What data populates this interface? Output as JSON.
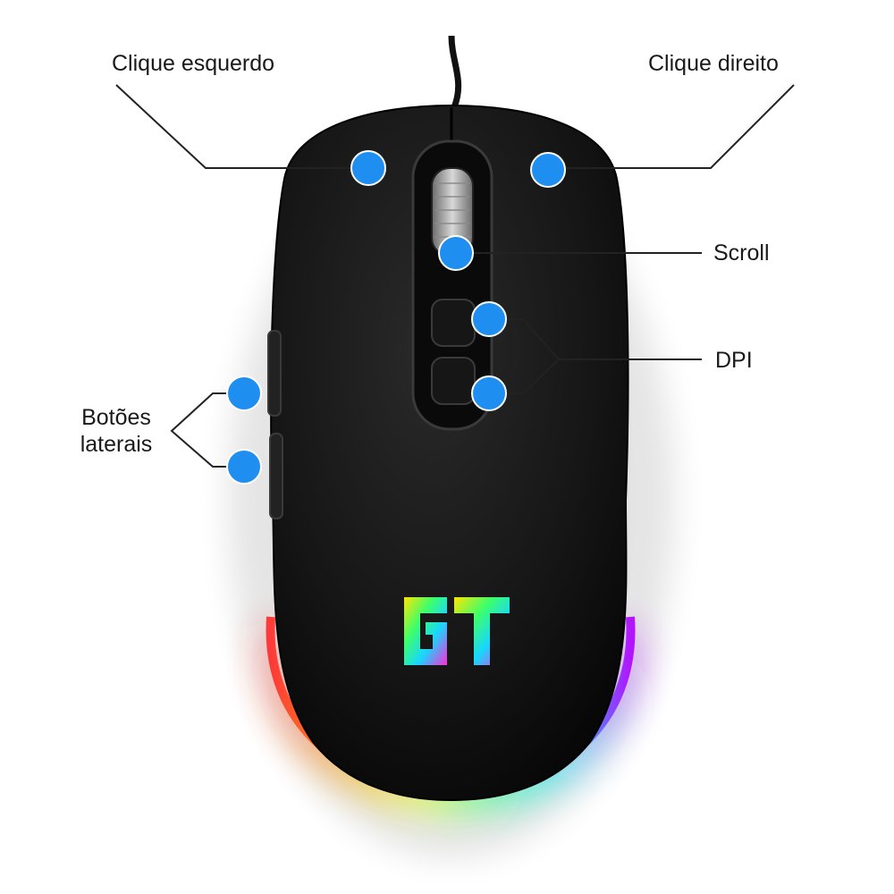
{
  "labels": {
    "left_click": "Clique esquerdo",
    "right_click": "Clique direito",
    "scroll": "Scroll",
    "dpi": "DPI",
    "side_buttons_line1": "Botões",
    "side_buttons_line2": "laterais"
  },
  "logo_text": "GT",
  "colors": {
    "hotspot": "#1f8ef1",
    "leader_line": "#222222",
    "mouse_body": "#141414",
    "rgb_glow": [
      "#ff2a2a",
      "#ff9a00",
      "#f5ff00",
      "#19ff7a",
      "#00e5ff",
      "#b400ff"
    ]
  }
}
